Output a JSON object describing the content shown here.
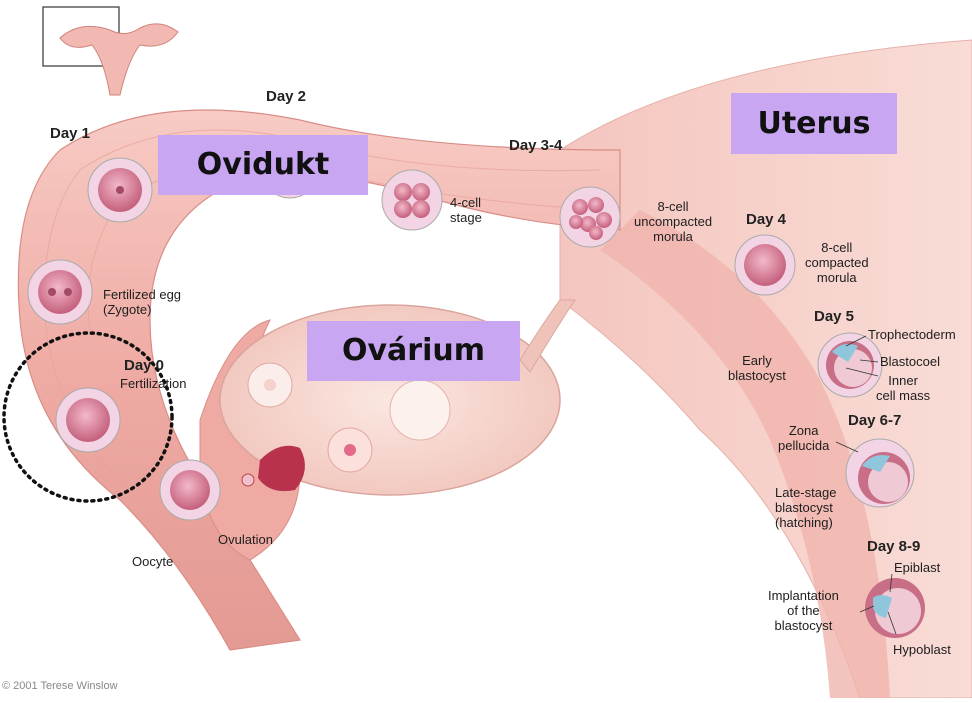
{
  "regions": {
    "ovidukt": "Ovidukt",
    "ovarium": "Ovárium",
    "uterus": "Uterus"
  },
  "days": {
    "day1": "Day 1",
    "day2": "Day 2",
    "day34": "Day 3-4",
    "day0": "Day 0",
    "day4": "Day 4",
    "day5": "Day 5",
    "day67": "Day 6-7",
    "day89": "Day 8-9"
  },
  "labels": {
    "fertilized_egg": "Fertilized egg\n(Zygote)",
    "fertilization": "Fertilization",
    "oocyte": "Oocyte",
    "ovulation": "Ovulation",
    "four_cell": "4-cell\nstage",
    "uncompacted": "8-cell\nuncompacted\nmorula",
    "compacted": "8-cell\ncompacted\nmorula",
    "early_blastocyst": "Early\nblastocyst",
    "trophectoderm": "Trophectoderm",
    "blastocoel": "Blastocoel",
    "inner_cell_mass": "Inner\ncell mass",
    "zona_pellucida": "Zona\npellucida",
    "late_stage": "Late-stage\nblastocyst\n(hatching)",
    "epiblast": "Epiblast",
    "implantation": "Implantation\nof the\nblastocyst",
    "hypoblast": "Hypoblast"
  },
  "copyright": "© 2001 Terese Winslow",
  "colors": {
    "tissue": "#f2b8b2",
    "tissue_dark": "#de8f8a",
    "uterus": "#f6cfc8",
    "label_box": "#c9a6f2",
    "highlight_ring": "#111111"
  }
}
